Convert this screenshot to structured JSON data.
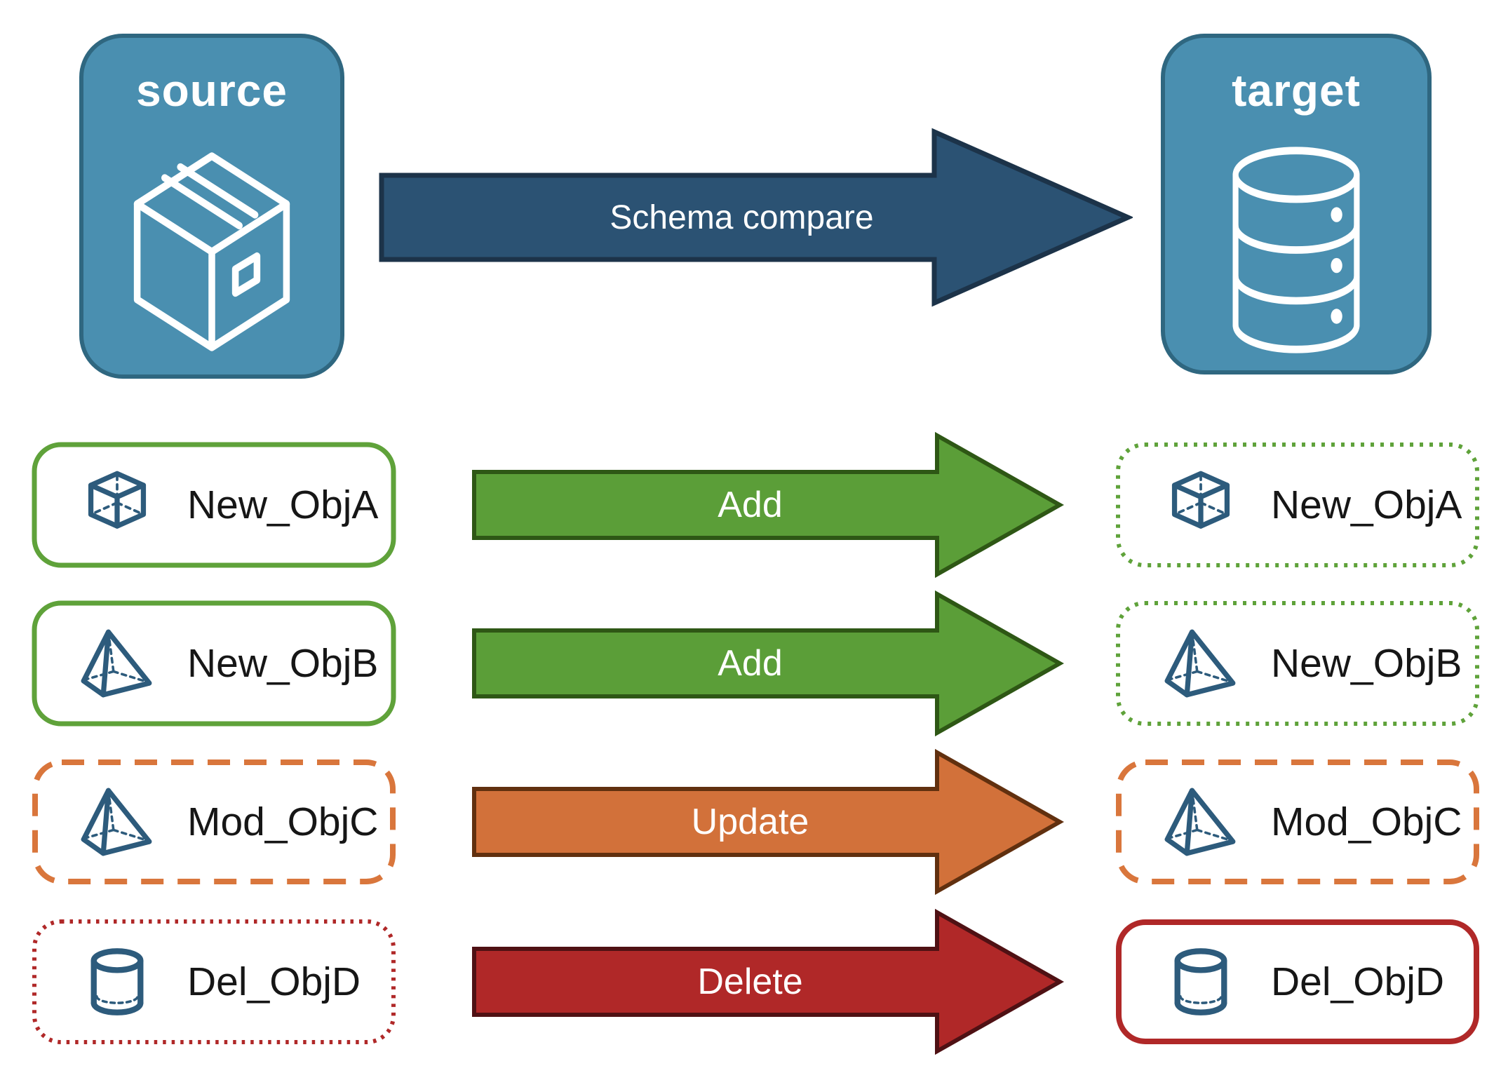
{
  "source_card": {
    "label": "source",
    "icon": "package-box"
  },
  "target_card": {
    "label": "target",
    "icon": "database"
  },
  "main_arrow": {
    "label": "Schema compare",
    "fill": "#2B5273"
  },
  "rows": [
    {
      "object": "New_ObjA",
      "icon": "cube",
      "action": "Add",
      "action_fill": "#5B9E38",
      "source_box_style": "solid green",
      "target_box_style": "dotted green"
    },
    {
      "object": "New_ObjB",
      "icon": "pyramid",
      "action": "Add",
      "action_fill": "#5B9E38",
      "source_box_style": "solid green",
      "target_box_style": "dotted green"
    },
    {
      "object": "Mod_ObjC",
      "icon": "pyramid",
      "action": "Update",
      "action_fill": "#D2713A",
      "source_box_style": "dashed orange",
      "target_box_style": "dashed orange"
    },
    {
      "object": "Del_ObjD",
      "icon": "cylinder",
      "action": "Delete",
      "action_fill": "#B02828",
      "source_box_style": "dotted red",
      "target_box_style": "solid red"
    }
  ],
  "colors": {
    "card_fill": "#4A8FB0",
    "card_border": "#2F6780",
    "object_icon_blue": "#2D5B7C",
    "green_arrow": "#5B9E38",
    "green_border": "#5FA23A",
    "orange_arrow": "#D2713A",
    "orange_border": "#D9763C",
    "red": "#B02828",
    "navy_arrow": "#2B5273",
    "label_text": "#161616"
  }
}
